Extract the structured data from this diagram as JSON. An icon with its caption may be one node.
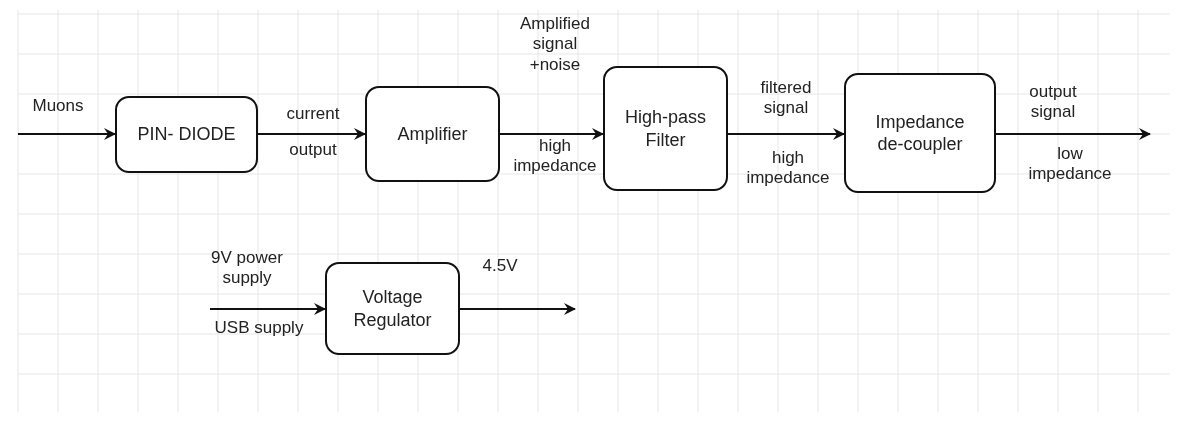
{
  "diagram": {
    "nodes": [
      {
        "text": [
          "PIN- DIODE"
        ]
      },
      {
        "text": [
          "Amplifier"
        ]
      },
      {
        "text": [
          "High-pass Filter"
        ]
      },
      {
        "text": [
          "Impedance de-coupler"
        ]
      },
      {
        "text": [
          "Voltage Regulator"
        ]
      }
    ],
    "edges": [
      {
        "from": null,
        "to": 0,
        "arrow": "to",
        "label": "Muons"
      },
      {
        "from": 0,
        "to": 1,
        "arrow": "to",
        "label": "current"
      },
      {
        "from": 1,
        "to": 2,
        "arrow": "to",
        "label": "Amplified signal +noise"
      },
      {
        "from": 2,
        "to": 3,
        "arrow": "to",
        "label": "filtered signal"
      },
      {
        "from": 3,
        "to": null,
        "arrow": "to",
        "label": "output signal"
      },
      {
        "from": null,
        "to": 4,
        "arrow": "to",
        "label": "9V power supply"
      },
      {
        "from": 4,
        "to": null,
        "arrow": "to",
        "label": "4.5V"
      }
    ],
    "labels": [
      "output",
      "high impedance",
      "high impedance",
      "low impedance",
      "USB supply"
    ]
  }
}
